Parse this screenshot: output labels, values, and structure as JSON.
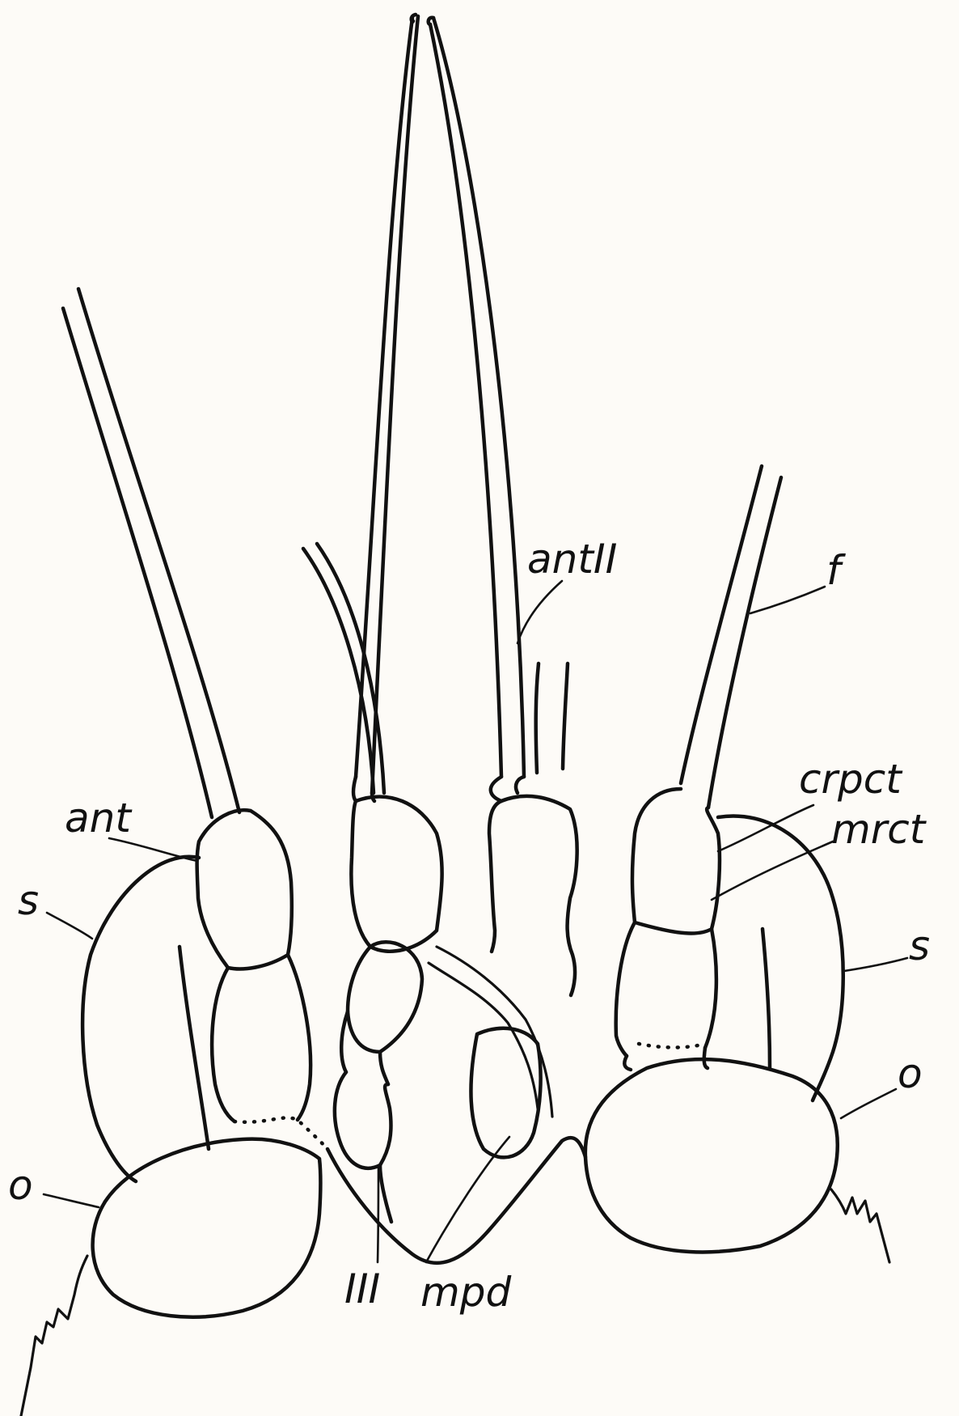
{
  "figure": {
    "labels": {
      "antII": "antII",
      "f": "f",
      "ant": "ant",
      "crpct": "crpct",
      "mrct": "mrct",
      "s_left": "s",
      "s_right": "s",
      "o_left": "o",
      "o_right": "o",
      "III": "III",
      "mpd": "mpd"
    },
    "colors": {
      "ink": "#111111",
      "paper": "#fdfbf7"
    }
  }
}
